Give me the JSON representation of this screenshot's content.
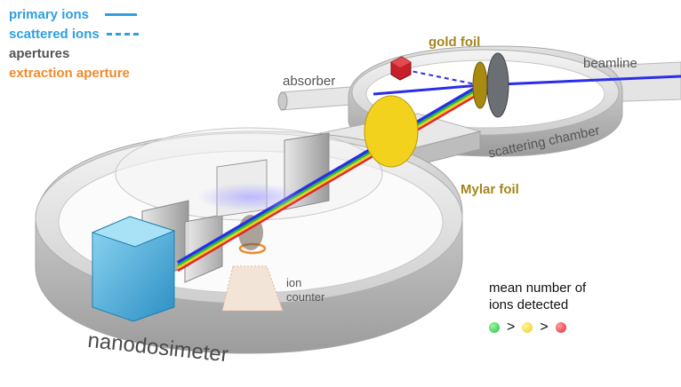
{
  "legend": {
    "primary_ions": {
      "label": "primary ions",
      "color": "#2e9fe0",
      "style": "solid"
    },
    "scattered_ions": {
      "label": "scattered ions",
      "color": "#2e9fe0",
      "style": "dashed"
    },
    "apertures": {
      "label": "apertures",
      "color": "#555555"
    },
    "extraction_aperture": {
      "label": "extraction aperture",
      "color": "#f08a2a"
    }
  },
  "labels": {
    "gold_foil": "gold foil",
    "absorber": "absorber",
    "beamline": "beamline",
    "scattering_chamber": "scattering chamber",
    "mylar_foil": "Mylar foil",
    "ion_counter_line1": "ion",
    "ion_counter_line2": "counter",
    "nanodosimeter": "nanodosimeter"
  },
  "mean_detected": {
    "title_line1": "mean number of",
    "title_line2": "ions detected",
    "greater_than": ">",
    "order": [
      "green",
      "yellow",
      "red"
    ],
    "colors": {
      "green": "#22c23a",
      "yellow": "#f2cc1a",
      "red": "#e0282e"
    }
  },
  "colors": {
    "beam": "#2a2ee8",
    "gold_foil": "#a88a10",
    "mylar_foil": "#f2d21c",
    "scatter_box": "#c8202a",
    "detector_block": "#3aa8d8",
    "label_gold": "#a6861a",
    "label_gray": "#555555"
  }
}
